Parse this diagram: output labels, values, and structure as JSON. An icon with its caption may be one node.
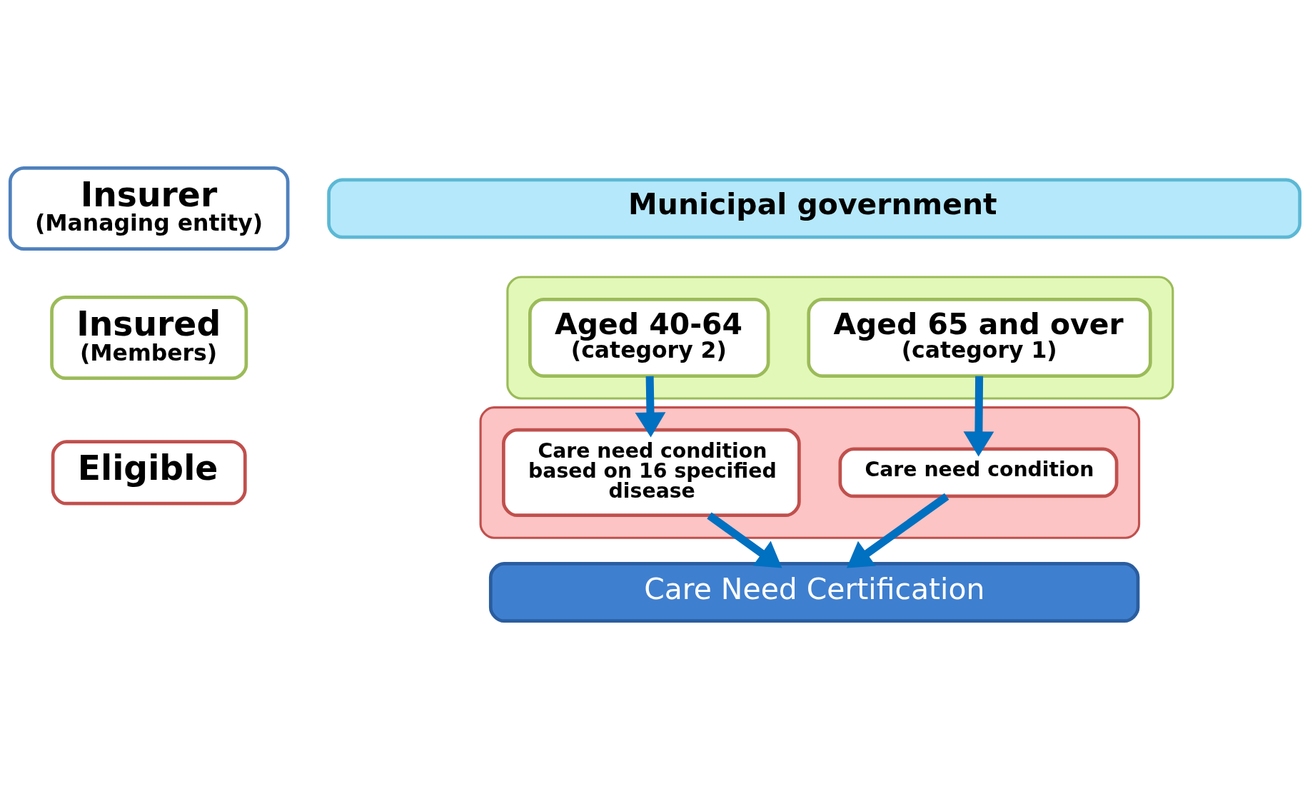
{
  "diagram": {
    "nodes": [
      {
        "text": [
          "Insurer",
          "(Managing entity)"
        ]
      },
      {
        "text": [
          "Municipal government"
        ]
      },
      {
        "text": [
          "Insured",
          "(Members)"
        ]
      },
      {
        "text": [],
        "shape": "box"
      },
      {
        "text": [
          "Aged 40-64",
          "(category 2)"
        ],
        "in": 3
      },
      {
        "text": [
          "Aged 65 and over",
          "(category 1)"
        ],
        "in": 3
      },
      {
        "text": [
          "Eligible"
        ]
      },
      {
        "text": [],
        "shape": "box"
      },
      {
        "text": [
          "Care need condition based on 16 specified disease"
        ],
        "in": 7
      },
      {
        "text": [
          "Care need condition"
        ],
        "in": 7
      },
      {
        "text": [
          "Care Need Certification"
        ]
      }
    ],
    "edges": [
      {
        "from": 4,
        "to": 8,
        "arrow": "to"
      },
      {
        "from": 5,
        "to": 9,
        "arrow": "to"
      },
      {
        "from": 8,
        "to": 10,
        "arrow": "to"
      },
      {
        "from": 9,
        "to": 10,
        "arrow": "to"
      }
    ]
  }
}
